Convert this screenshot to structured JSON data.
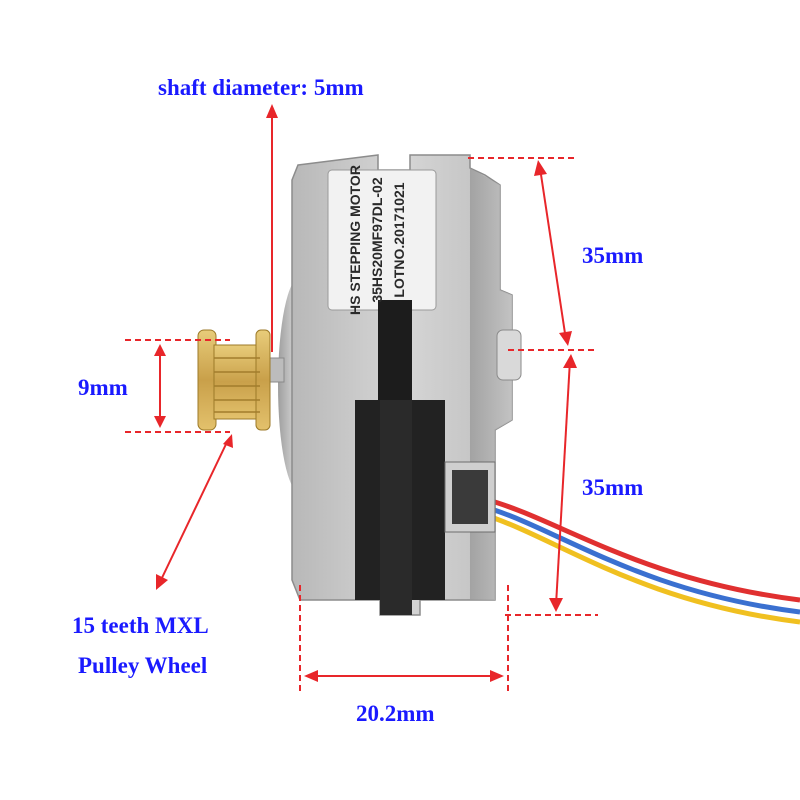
{
  "annotations": {
    "shaft_diameter": "shaft diameter: 5mm",
    "height_top": "35mm",
    "height_bottom": "35mm",
    "pulley_width": "9mm",
    "pulley_line1": "15 teeth MXL",
    "pulley_line2": "Pulley Wheel",
    "depth": "20.2mm"
  },
  "motor_label": {
    "line1": "HS STEPPING  MOTOR",
    "line2": "35HS20MF97DL-02",
    "line3": "LOTNO.20171021"
  },
  "colors": {
    "annotation_text": "#1a1aff",
    "dimension_line": "#e8262a",
    "motor_body": "#c9c9c9",
    "pulley_gold": "#d7b45a",
    "wire_red": "#e03030",
    "wire_blue": "#3a70d0",
    "wire_yellow": "#f0c020"
  }
}
